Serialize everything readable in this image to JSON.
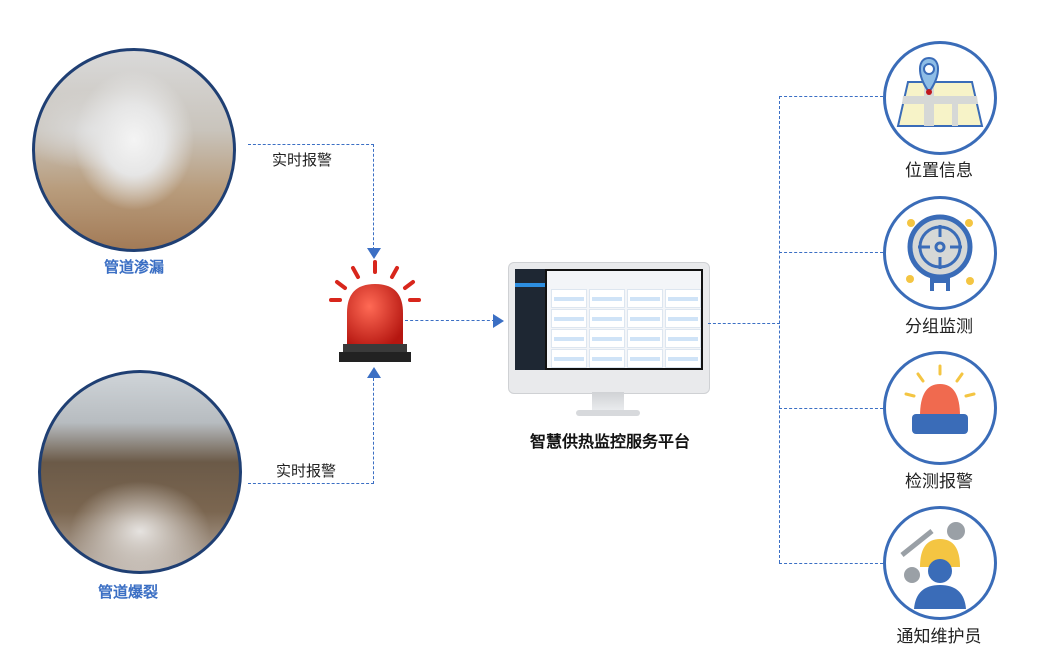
{
  "left": {
    "items": [
      {
        "caption": "管道渗漏",
        "alarm_label": "实时报警"
      },
      {
        "caption": "管道爆裂",
        "alarm_label": "实时报警"
      }
    ]
  },
  "center": {
    "platform_title": "智慧供热监控服务平台"
  },
  "right": {
    "items": [
      {
        "label": "位置信息",
        "icon": "map-pin-icon"
      },
      {
        "label": "分组监测",
        "icon": "meter-icon"
      },
      {
        "label": "检测报警",
        "icon": "alarm-light-icon"
      },
      {
        "label": "通知维护员",
        "icon": "worker-icon"
      }
    ]
  },
  "colors": {
    "accent": "#3b6fc4",
    "dark_border": "#1f3f73",
    "alarm_red": "#d8261c"
  }
}
